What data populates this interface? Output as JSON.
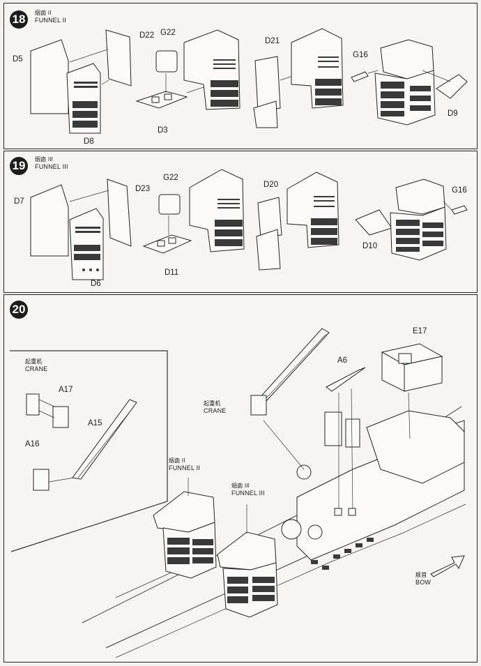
{
  "steps": [
    {
      "number": "18",
      "caption_cn": "烟囱 II",
      "caption_en": "FUNNEL II",
      "parts": [
        "D22",
        "G22",
        "D5",
        "D21",
        "G16",
        "D3",
        "D8",
        "D9"
      ]
    },
    {
      "number": "19",
      "caption_cn": "烟囱 III",
      "caption_en": "FUNNEL III",
      "parts": [
        "D23",
        "G22",
        "D7",
        "D20",
        "G16",
        "D11",
        "D6",
        "D10"
      ]
    },
    {
      "number": "20",
      "inset": {
        "caption_cn": "起重机",
        "caption_en": "CRANE",
        "parts": [
          "A17",
          "A15",
          "A16"
        ]
      },
      "labels": {
        "e17": "E17",
        "a6": "A6",
        "crane_cn": "起重机",
        "crane_en": "CRANE",
        "funnel2_cn": "烟囱 II",
        "funnel2_en": "FUNNEL II",
        "funnel3_cn": "烟囱 III",
        "funnel3_en": "FUNNEL III",
        "bow_cn": "舰首",
        "bow_en": "BOW"
      }
    }
  ]
}
